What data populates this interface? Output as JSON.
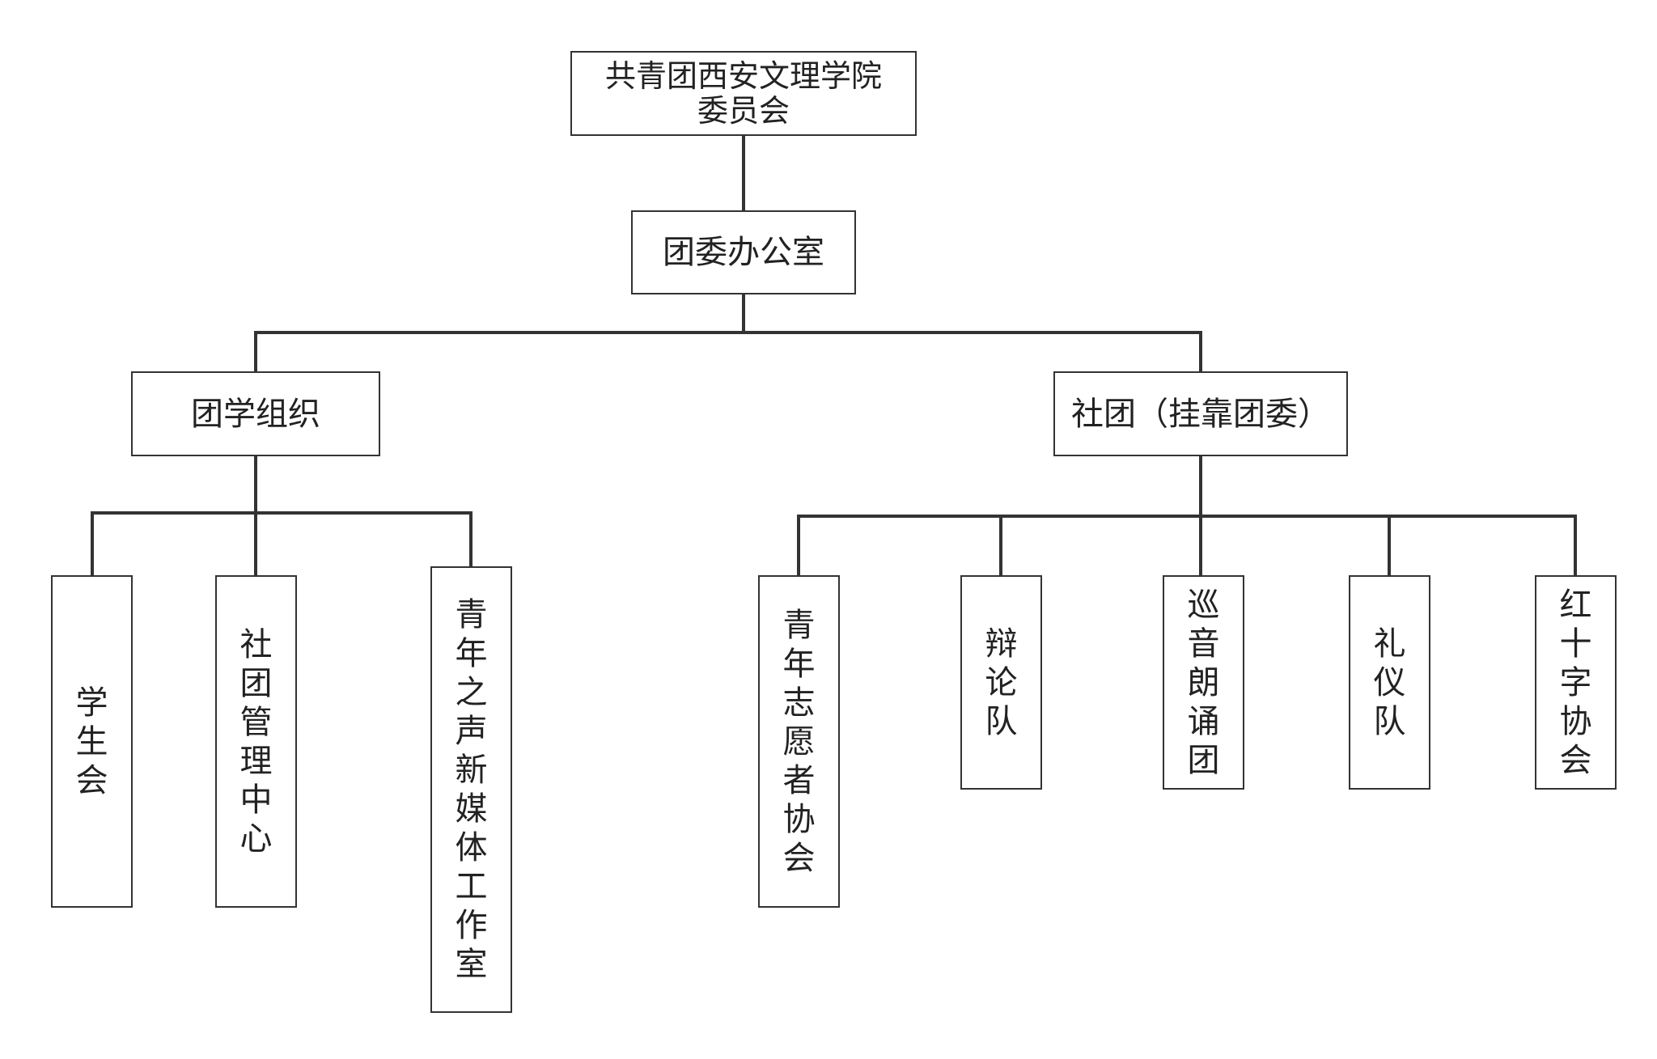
{
  "root": {
    "label_line1": "共青团西安文理学院",
    "label_line2": "委员会"
  },
  "office": {
    "label": "团委办公室"
  },
  "branches": {
    "left": {
      "label": "团学组织"
    },
    "right": {
      "label": "社团（挂靠团委）"
    }
  },
  "left_children": [
    {
      "label": "学生会"
    },
    {
      "label": "社团管理中心"
    },
    {
      "label": "青年之声新媒体工作室"
    }
  ],
  "right_children": [
    {
      "label": "青年志愿者协会"
    },
    {
      "label": "辩论队"
    },
    {
      "label": "巡音朗诵团"
    },
    {
      "label": "礼仪队"
    },
    {
      "label": "红十字协会"
    }
  ],
  "colors": {
    "line": "#333333",
    "text": "#222222",
    "background": "#ffffff"
  }
}
